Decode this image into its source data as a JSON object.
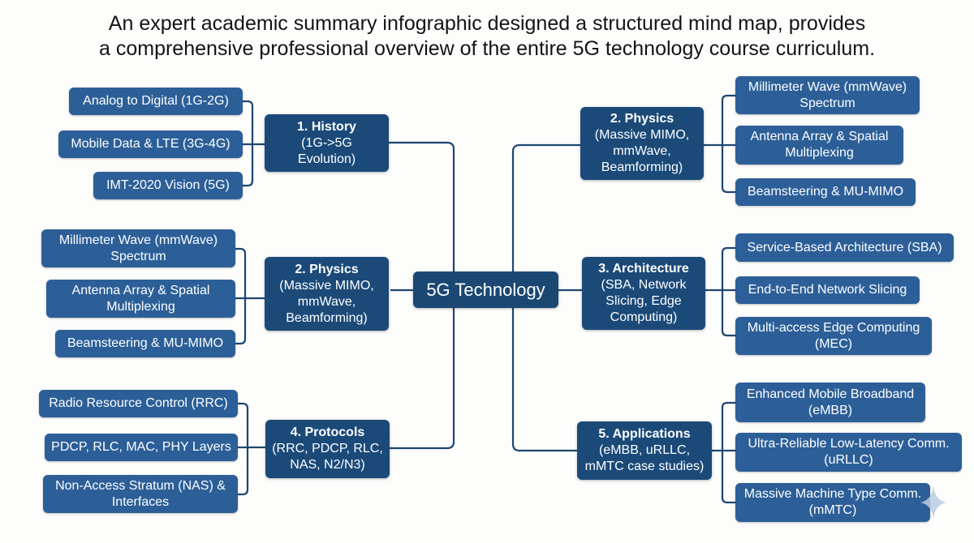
{
  "title": {
    "line1": "An expert academic summary infographic designed a structured mind map, provides",
    "line2": "a comprehensive professional overview of the entire 5G technology course curriculum."
  },
  "colors": {
    "leaf": "#2c5f98",
    "branch": "#1b4a79",
    "center": "#1a4873",
    "connector": "#1d4670"
  },
  "center": {
    "label": "5G Technology"
  },
  "left_branches": [
    {
      "head": "1. History",
      "sub": [
        "(1G->5G",
        "Evolution)"
      ],
      "leaves": [
        [
          "Analog to Digital (1G-2G)"
        ],
        [
          "Mobile Data & LTE (3G-4G)"
        ],
        [
          "IMT-2020 Vision (5G)"
        ]
      ]
    },
    {
      "head": "2. Physics",
      "sub": [
        "(Massive MIMO,",
        "mmWave,",
        "Beamforming)"
      ],
      "leaves": [
        [
          "Millimeter Wave (mmWave)",
          "Spectrum"
        ],
        [
          "Antenna Array & Spatial",
          "Multiplexing"
        ],
        [
          "Beamsteering & MU-MIMO"
        ]
      ]
    },
    {
      "head": "4. Protocols",
      "sub": [
        "(RRC, PDCP, RLC,",
        "NAS, N2/N3)"
      ],
      "leaves": [
        [
          "Radio Resource Control (RRC)"
        ],
        [
          "PDCP, RLC, MAC, PHY Layers"
        ],
        [
          "Non-Access Stratum (NAS) &",
          "Interfaces"
        ]
      ]
    }
  ],
  "right_branches": [
    {
      "head": "2. Physics",
      "sub": [
        "(Massive MIMO,",
        "mmWave,",
        "Beamforming)"
      ],
      "leaves": [
        [
          "Millimeter Wave (mmWave)",
          "Spectrum"
        ],
        [
          "Antenna Array & Spatial",
          "Multiplexing"
        ],
        [
          "Beamsteering & MU-MIMO"
        ]
      ]
    },
    {
      "head": "3. Architecture",
      "sub": [
        "(SBA, Network",
        "Slicing, Edge",
        "Computing)"
      ],
      "leaves": [
        [
          "Service-Based Architecture (SBA)"
        ],
        [
          "End-to-End Network Slicing"
        ],
        [
          "Multi-access Edge Computing",
          "(MEC)"
        ]
      ]
    },
    {
      "head": "5. Applications",
      "sub": [
        "(eMBB, uRLLC,",
        "mMTC case studies)"
      ],
      "leaves": [
        [
          "Enhanced Mobile Broadband",
          "(eMBB)"
        ],
        [
          "Ultra-Reliable Low-Latency Comm.",
          "(uRLLC)"
        ],
        [
          "Massive Machine Type Comm.",
          "(mMTC)"
        ]
      ]
    }
  ],
  "watermark_icon": "sparkle-icon"
}
